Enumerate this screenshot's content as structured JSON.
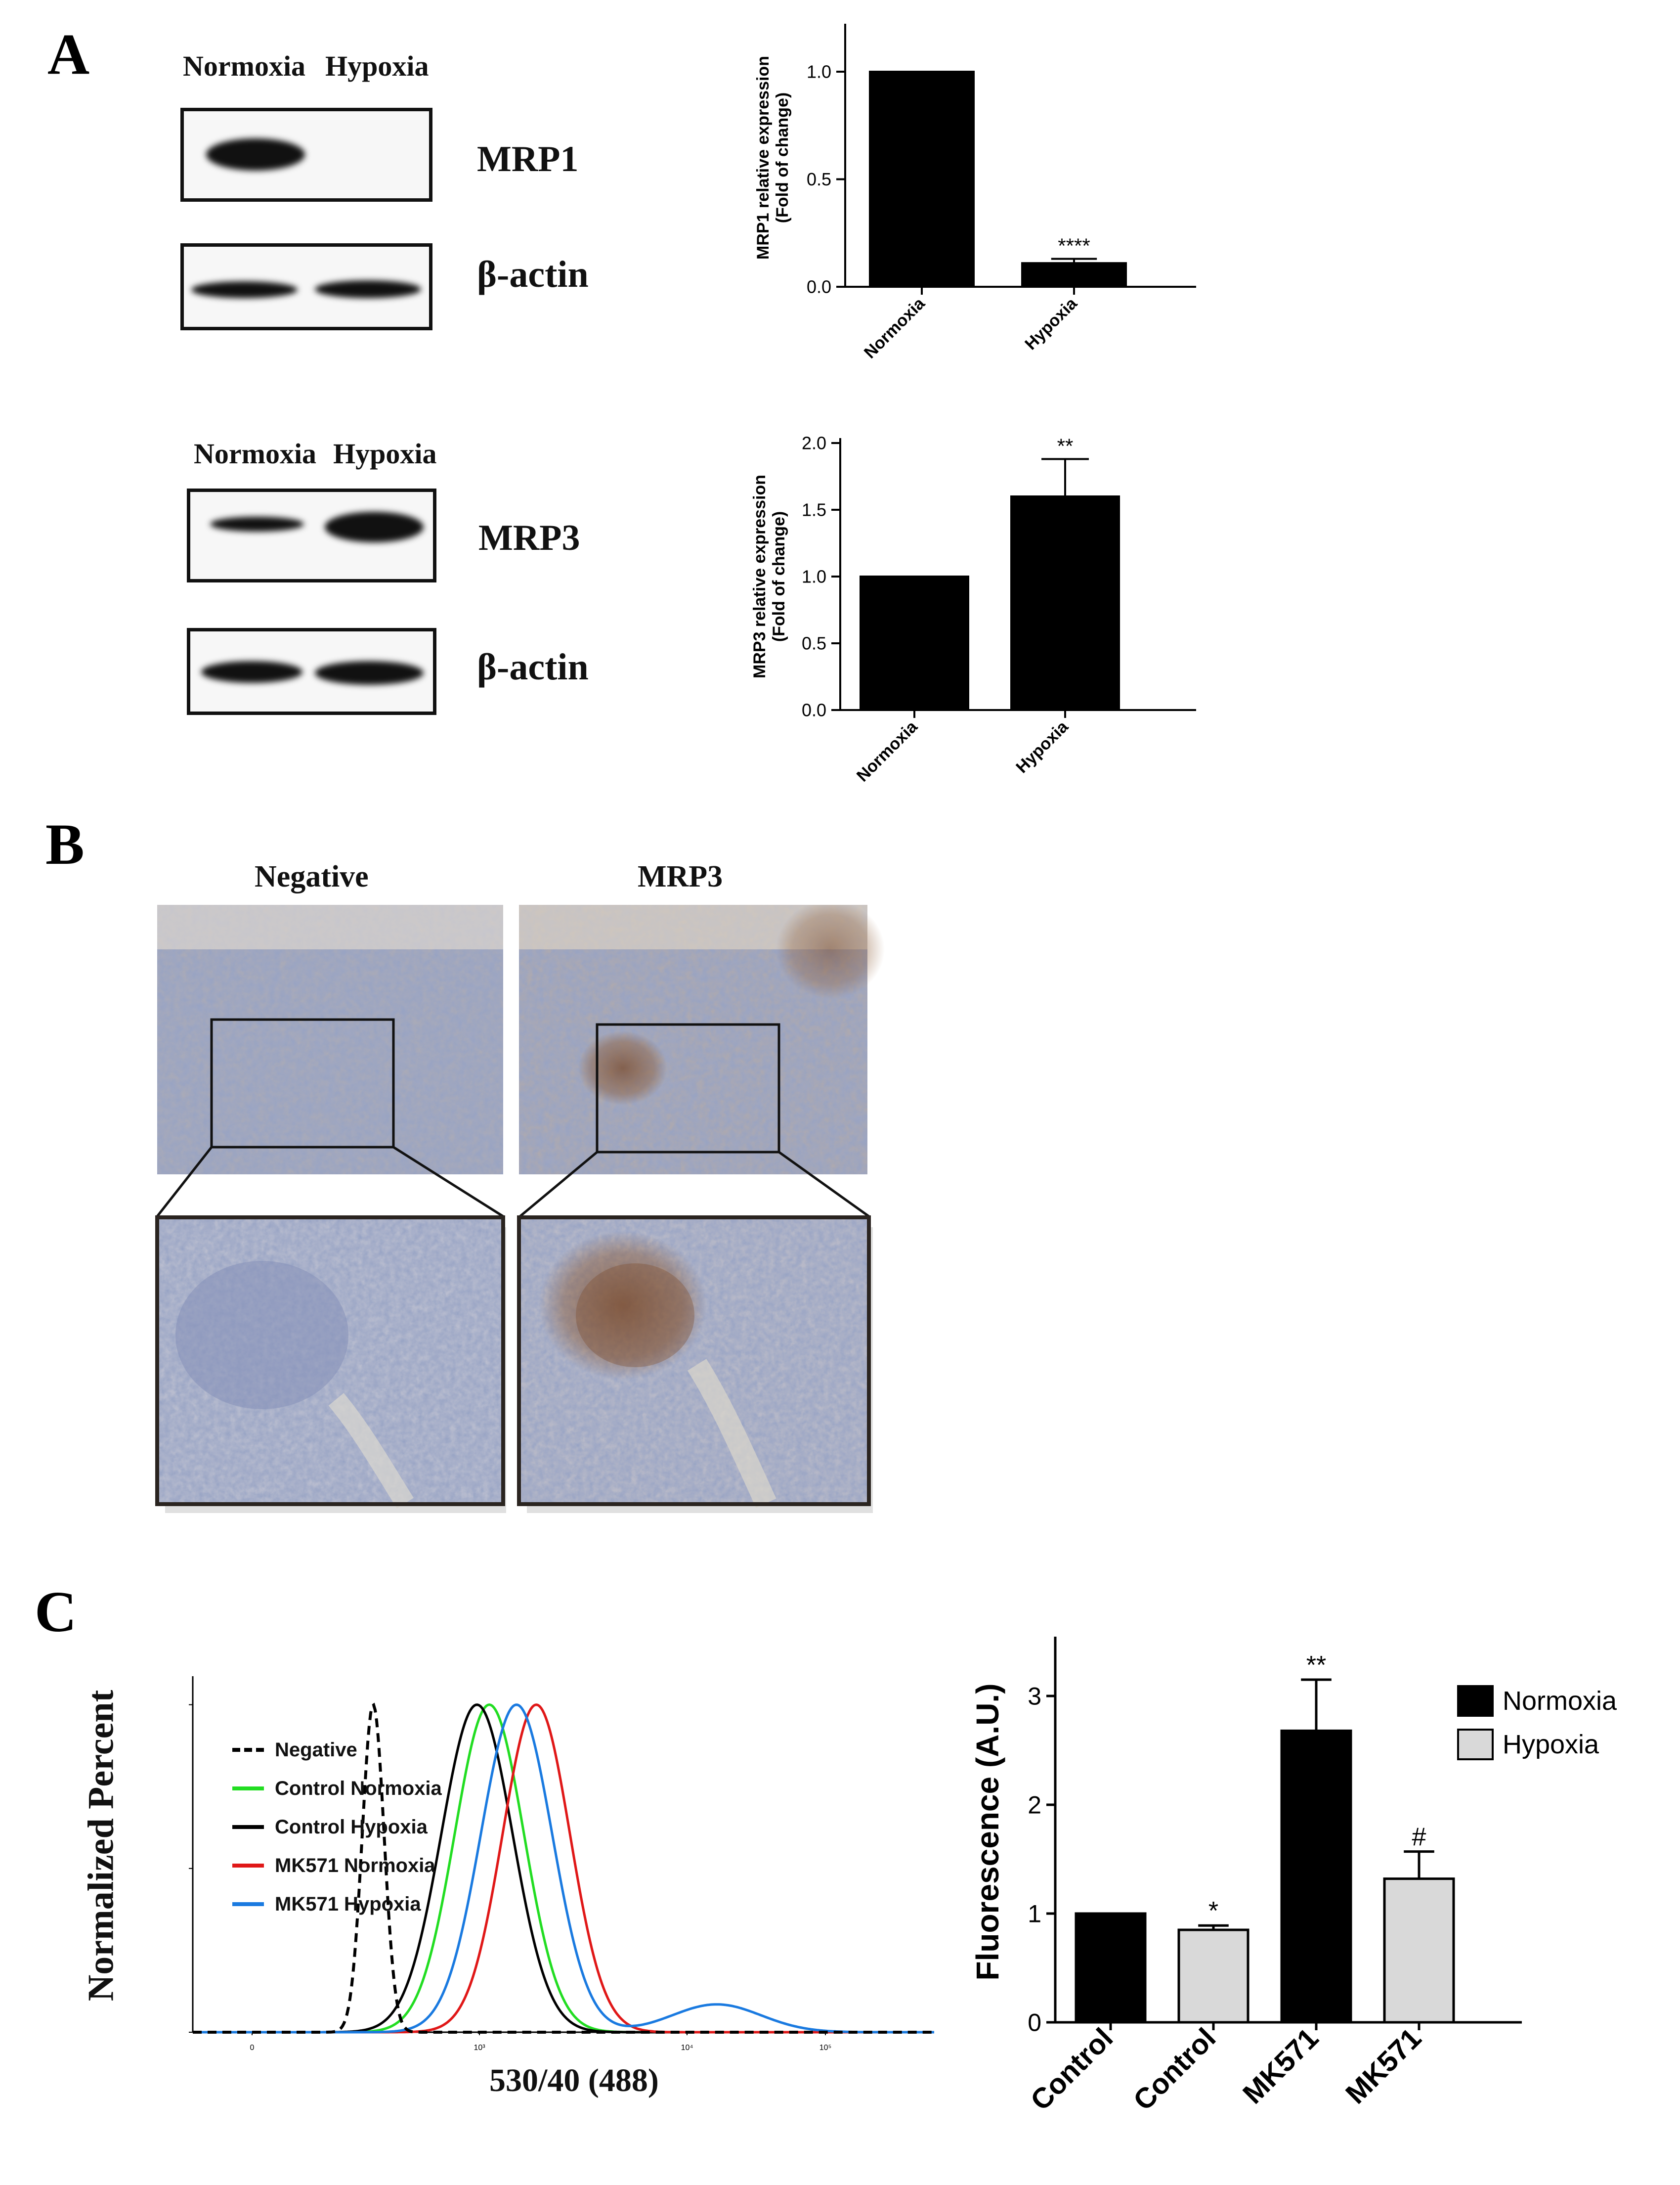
{
  "panels": {
    "a": "A",
    "b": "B",
    "c": "C"
  },
  "blot_mrp1": {
    "col_normoxia": "Normoxia",
    "col_hypoxia": "Hypoxia",
    "protein": "MRP1",
    "loading": "β-actin"
  },
  "blot_mrp3": {
    "col_normoxia": "Normoxia",
    "col_hypoxia": "Hypoxia",
    "protein": "MRP3",
    "loading": "β-actin"
  },
  "histology": {
    "label_negative": "Negative",
    "label_mrp3": "MRP3"
  },
  "flow": {
    "ylabel": "Normalized Percent",
    "xlabel": "530/40 (488)",
    "legend": [
      {
        "label": "Negative",
        "color": "#000000"
      },
      {
        "label": "Control Normoxia",
        "color": "#22dd22"
      },
      {
        "label": "Control Hypoxia",
        "color": "#000000"
      },
      {
        "label": "MK571 Normoxia",
        "color": "#e01818"
      },
      {
        "label": "MK571 Hypoxia",
        "color": "#1a7ae0"
      }
    ],
    "y_ticks": [
      "100",
      "50",
      "0"
    ],
    "x_ticks": [
      "0",
      "10³",
      "10⁴",
      "10⁵"
    ]
  },
  "chart_data": [
    {
      "type": "bar",
      "categories": [
        "Normoxia",
        "Hypoxia"
      ],
      "values": [
        1.0,
        0.11
      ],
      "errors": [
        0,
        0.02
      ],
      "annotations": [
        "",
        "****"
      ],
      "ylabel": "MRP1 relative expression (Fold of change)",
      "ylim": [
        0,
        1.2
      ],
      "yticks": [
        0.0,
        0.5,
        1.0
      ],
      "ytick_labels": [
        "0.0",
        "0.5",
        "1.0"
      ],
      "color": "#000000"
    },
    {
      "type": "bar",
      "categories": [
        "Normoxia",
        "Hypoxia"
      ],
      "values": [
        1.0,
        1.6
      ],
      "errors": [
        0,
        0.28
      ],
      "annotations": [
        "",
        "**"
      ],
      "ylabel": "MRP3 relative expression (Fold of change)",
      "ylim": [
        0,
        2.0
      ],
      "yticks": [
        0.0,
        0.5,
        1.0,
        1.5,
        2.0
      ],
      "ytick_labels": [
        "0.0",
        "0.5",
        "1.0",
        "1.5",
        "2.0"
      ],
      "color": "#000000"
    },
    {
      "type": "bar",
      "categories": [
        "Control",
        "Control",
        "MK571",
        "MK571"
      ],
      "values": [
        1.0,
        0.85,
        2.68,
        1.32
      ],
      "errors": [
        0,
        0.04,
        0.47,
        0.25
      ],
      "annotations": [
        "",
        "*",
        "**",
        "#"
      ],
      "group": [
        "Normoxia",
        "Hypoxia",
        "Normoxia",
        "Hypoxia"
      ],
      "ylabel": "Fluorescence (A.U.)",
      "ylim": [
        0,
        3.5
      ],
      "yticks": [
        0,
        1,
        2,
        3
      ],
      "ytick_labels": [
        "0",
        "1",
        "2",
        "3"
      ],
      "legend": [
        {
          "name": "Normoxia",
          "color": "#000000"
        },
        {
          "name": "Hypoxia",
          "color": "#d9d9d9"
        }
      ]
    }
  ]
}
